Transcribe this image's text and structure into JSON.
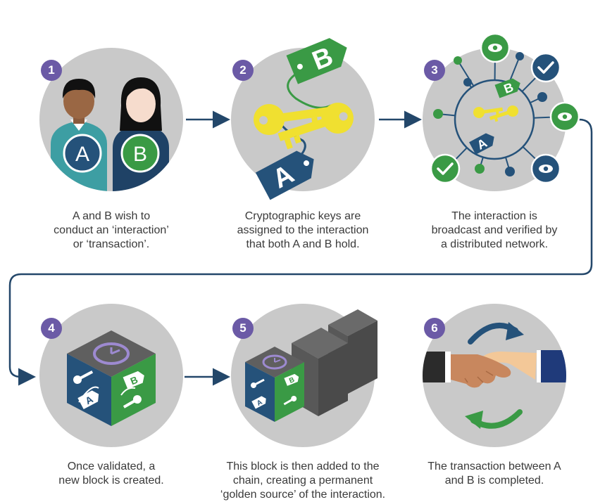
{
  "colors": {
    "circle": "#c9c9c9",
    "navy": "#25527a",
    "green": "#3a9a45",
    "purple": "#6b5aa6",
    "key": "#f0e030",
    "connector": "#23476a"
  },
  "steps": [
    {
      "number": "1",
      "caption": "A and B wish to\nconduct an ‘interaction’\nor ‘transaction’.",
      "badge_a": "A",
      "badge_b": "B"
    },
    {
      "number": "2",
      "caption": "Cryptographic keys are\nassigned to the interaction\nthat both A and B hold.",
      "tag_a": "A",
      "tag_b": "B"
    },
    {
      "number": "3",
      "caption": "The interaction is\nbroadcast and verified by\na distributed network.",
      "tag_a": "A",
      "tag_b": "B"
    },
    {
      "number": "4",
      "caption": "Once validated, a\nnew block is created.",
      "tag_a": "A",
      "tag_b": "B"
    },
    {
      "number": "5",
      "caption": "This block is then added to the\nchain, creating a permanent\n‘golden source’ of the interaction.",
      "tag_a": "A",
      "tag_b": "B"
    },
    {
      "number": "6",
      "caption": "The transaction between A\nand B is completed."
    }
  ]
}
